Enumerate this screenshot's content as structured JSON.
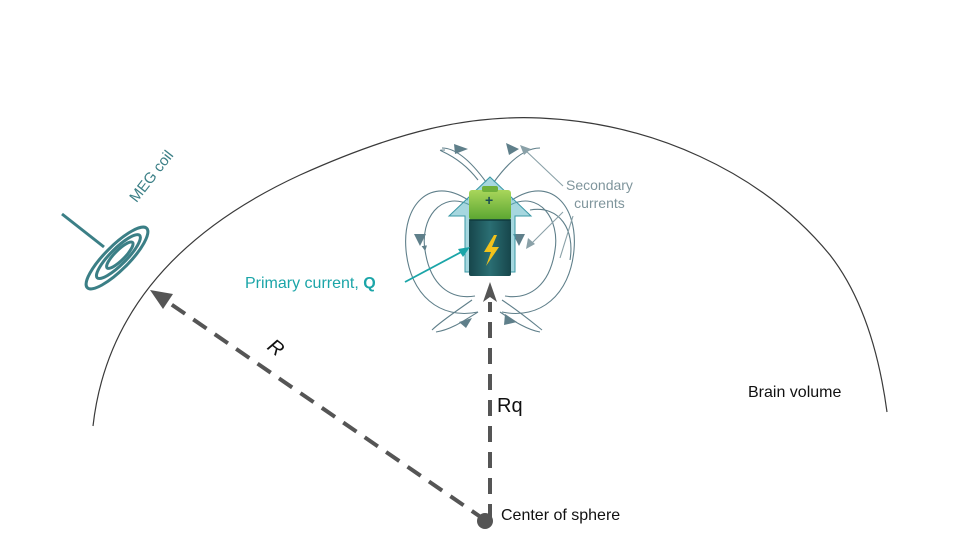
{
  "labels": {
    "meg_coil": "MEG coil",
    "secondary_line1": "Secondary",
    "secondary_line2": "currents",
    "primary_current": "Primary current, ",
    "primary_symbol": "Q",
    "radius": "R",
    "radius_q": "Rq",
    "brain_volume": "Brain volume",
    "center": "Center of sphere",
    "battery_plus": "+"
  },
  "colors": {
    "outline": "#3a3a3a",
    "dashed": "#555555",
    "coil": "#3b7f86",
    "field_lines": "#5f7f8a",
    "secondary_text": "#7f959c",
    "primary_text": "#1ba5a8",
    "arrow_fill": "#5cb6c4",
    "battery_top": "#7fc043",
    "battery_body": "#1b5a5f",
    "bolt": "#f2c21b"
  },
  "icons": {
    "coil": "meg-coil-icon",
    "battery": "battery-icon",
    "bolt": "lightning-bolt-icon"
  }
}
